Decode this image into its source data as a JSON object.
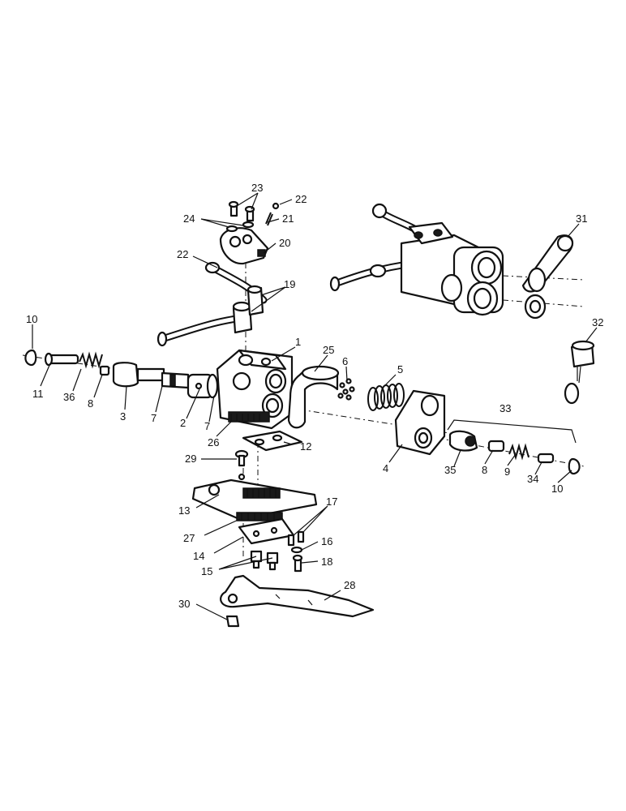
{
  "diagram": {
    "callouts": [
      {
        "id": "c1",
        "text": "1"
      },
      {
        "id": "c2",
        "text": "2"
      },
      {
        "id": "c3",
        "text": "3"
      },
      {
        "id": "c4",
        "text": "4"
      },
      {
        "id": "c5",
        "text": "5"
      },
      {
        "id": "c6",
        "text": "6"
      },
      {
        "id": "c7a",
        "text": "7"
      },
      {
        "id": "c7b",
        "text": "7"
      },
      {
        "id": "c8a",
        "text": "8"
      },
      {
        "id": "c8b",
        "text": "8"
      },
      {
        "id": "c9",
        "text": "9"
      },
      {
        "id": "c10a",
        "text": "10"
      },
      {
        "id": "c10b",
        "text": "10"
      },
      {
        "id": "c11",
        "text": "11"
      },
      {
        "id": "c12",
        "text": "12"
      },
      {
        "id": "c13",
        "text": "13"
      },
      {
        "id": "c14",
        "text": "14"
      },
      {
        "id": "c15",
        "text": "15"
      },
      {
        "id": "c16",
        "text": "16"
      },
      {
        "id": "c17",
        "text": "17"
      },
      {
        "id": "c18",
        "text": "18"
      },
      {
        "id": "c19",
        "text": "19"
      },
      {
        "id": "c20",
        "text": "20"
      },
      {
        "id": "c21",
        "text": "21"
      },
      {
        "id": "c22a",
        "text": "22"
      },
      {
        "id": "c22b",
        "text": "22"
      },
      {
        "id": "c23",
        "text": "23"
      },
      {
        "id": "c24",
        "text": "24"
      },
      {
        "id": "c25",
        "text": "25"
      },
      {
        "id": "c26",
        "text": "26"
      },
      {
        "id": "c27",
        "text": "27"
      },
      {
        "id": "c28",
        "text": "28"
      },
      {
        "id": "c29",
        "text": "29"
      },
      {
        "id": "c30",
        "text": "30"
      },
      {
        "id": "c31",
        "text": "31"
      },
      {
        "id": "c32",
        "text": "32"
      },
      {
        "id": "c33",
        "text": "33"
      },
      {
        "id": "c34",
        "text": "34"
      },
      {
        "id": "c35",
        "text": "35"
      },
      {
        "id": "c36",
        "text": "36"
      }
    ]
  }
}
